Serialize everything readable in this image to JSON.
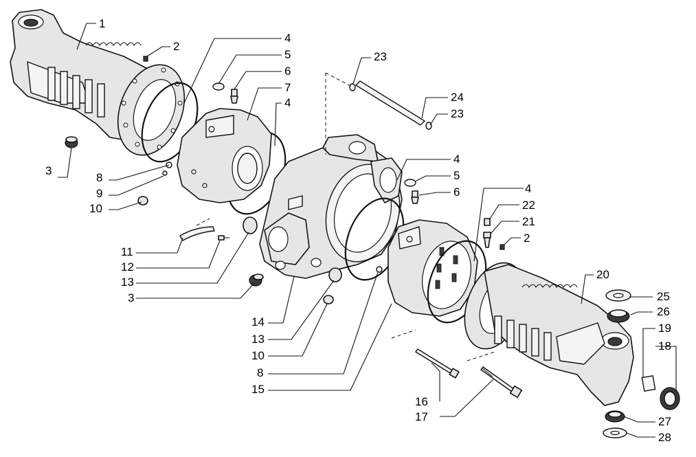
{
  "callouts": [
    {
      "id": "c1",
      "label": "1"
    },
    {
      "id": "c2a",
      "label": "2"
    },
    {
      "id": "c3a",
      "label": "3"
    },
    {
      "id": "c4a",
      "label": "4"
    },
    {
      "id": "c5a",
      "label": "5"
    },
    {
      "id": "c6a",
      "label": "6"
    },
    {
      "id": "c7",
      "label": "7"
    },
    {
      "id": "c4b",
      "label": "4"
    },
    {
      "id": "c8a",
      "label": "8"
    },
    {
      "id": "c9",
      "label": "9"
    },
    {
      "id": "c10a",
      "label": "10"
    },
    {
      "id": "c11",
      "label": "11"
    },
    {
      "id": "c12",
      "label": "12"
    },
    {
      "id": "c13a",
      "label": "13"
    },
    {
      "id": "c3b",
      "label": "3"
    },
    {
      "id": "c14",
      "label": "14"
    },
    {
      "id": "c13b",
      "label": "13"
    },
    {
      "id": "c10b",
      "label": "10"
    },
    {
      "id": "c8b",
      "label": "8"
    },
    {
      "id": "c15",
      "label": "15"
    },
    {
      "id": "c23a",
      "label": "23"
    },
    {
      "id": "c24",
      "label": "24"
    },
    {
      "id": "c23b",
      "label": "23"
    },
    {
      "id": "c4c",
      "label": "4"
    },
    {
      "id": "c5b",
      "label": "5"
    },
    {
      "id": "c6b",
      "label": "6"
    },
    {
      "id": "c4d",
      "label": "4"
    },
    {
      "id": "c22",
      "label": "22"
    },
    {
      "id": "c21",
      "label": "21"
    },
    {
      "id": "c2b",
      "label": "2"
    },
    {
      "id": "c20",
      "label": "20"
    },
    {
      "id": "c25",
      "label": "25"
    },
    {
      "id": "c26",
      "label": "26"
    },
    {
      "id": "c19",
      "label": "19"
    },
    {
      "id": "c18",
      "label": "18"
    },
    {
      "id": "c16",
      "label": "16"
    },
    {
      "id": "c17",
      "label": "17"
    },
    {
      "id": "c27",
      "label": "27"
    },
    {
      "id": "c28",
      "label": "28"
    }
  ]
}
